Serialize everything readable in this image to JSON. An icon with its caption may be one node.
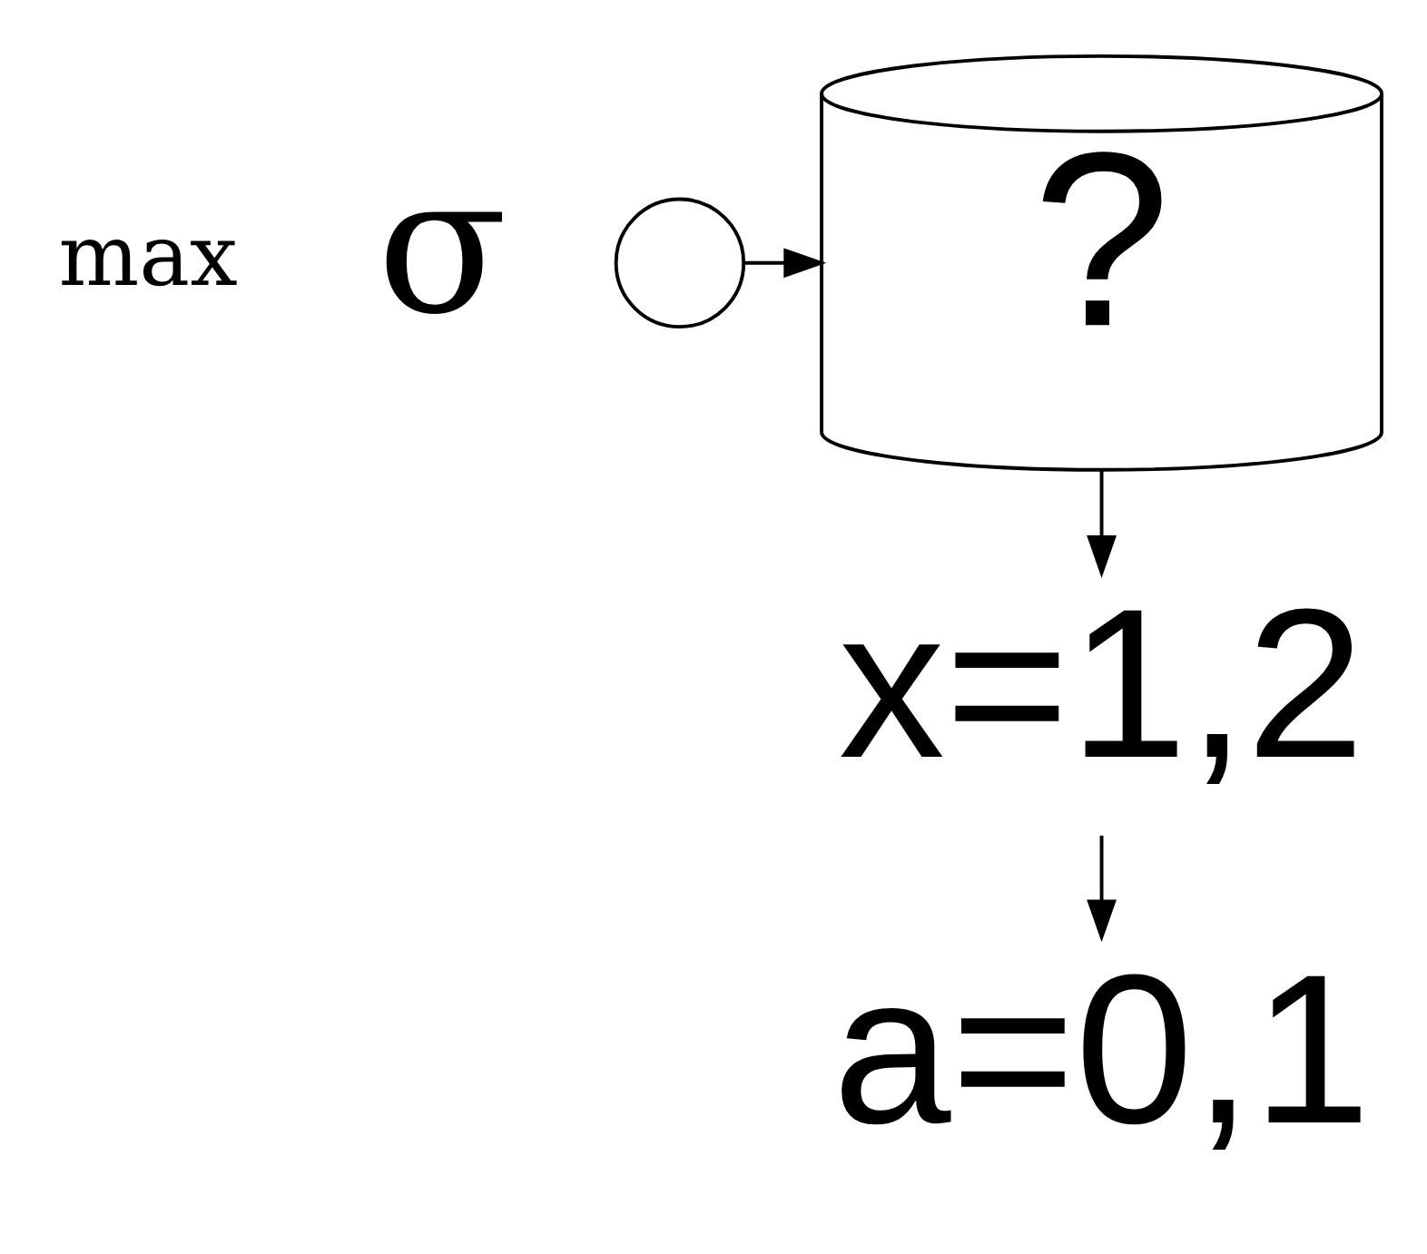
{
  "diagram": {
    "nodes": [
      {
        "text": [],
        "shape": "circle",
        "beside": [
          "max",
          "σ"
        ]
      },
      {
        "text": [
          "?"
        ]
      },
      {
        "text": [
          "x=1,2"
        ]
      },
      {
        "text": [
          "a=0,1"
        ]
      }
    ],
    "edges": [
      {
        "from": 0,
        "to": 1,
        "arrow": "to"
      },
      {
        "from": 1,
        "to": 2,
        "arrow": "to"
      },
      {
        "from": 2,
        "to": 3,
        "arrow": "to"
      }
    ]
  }
}
